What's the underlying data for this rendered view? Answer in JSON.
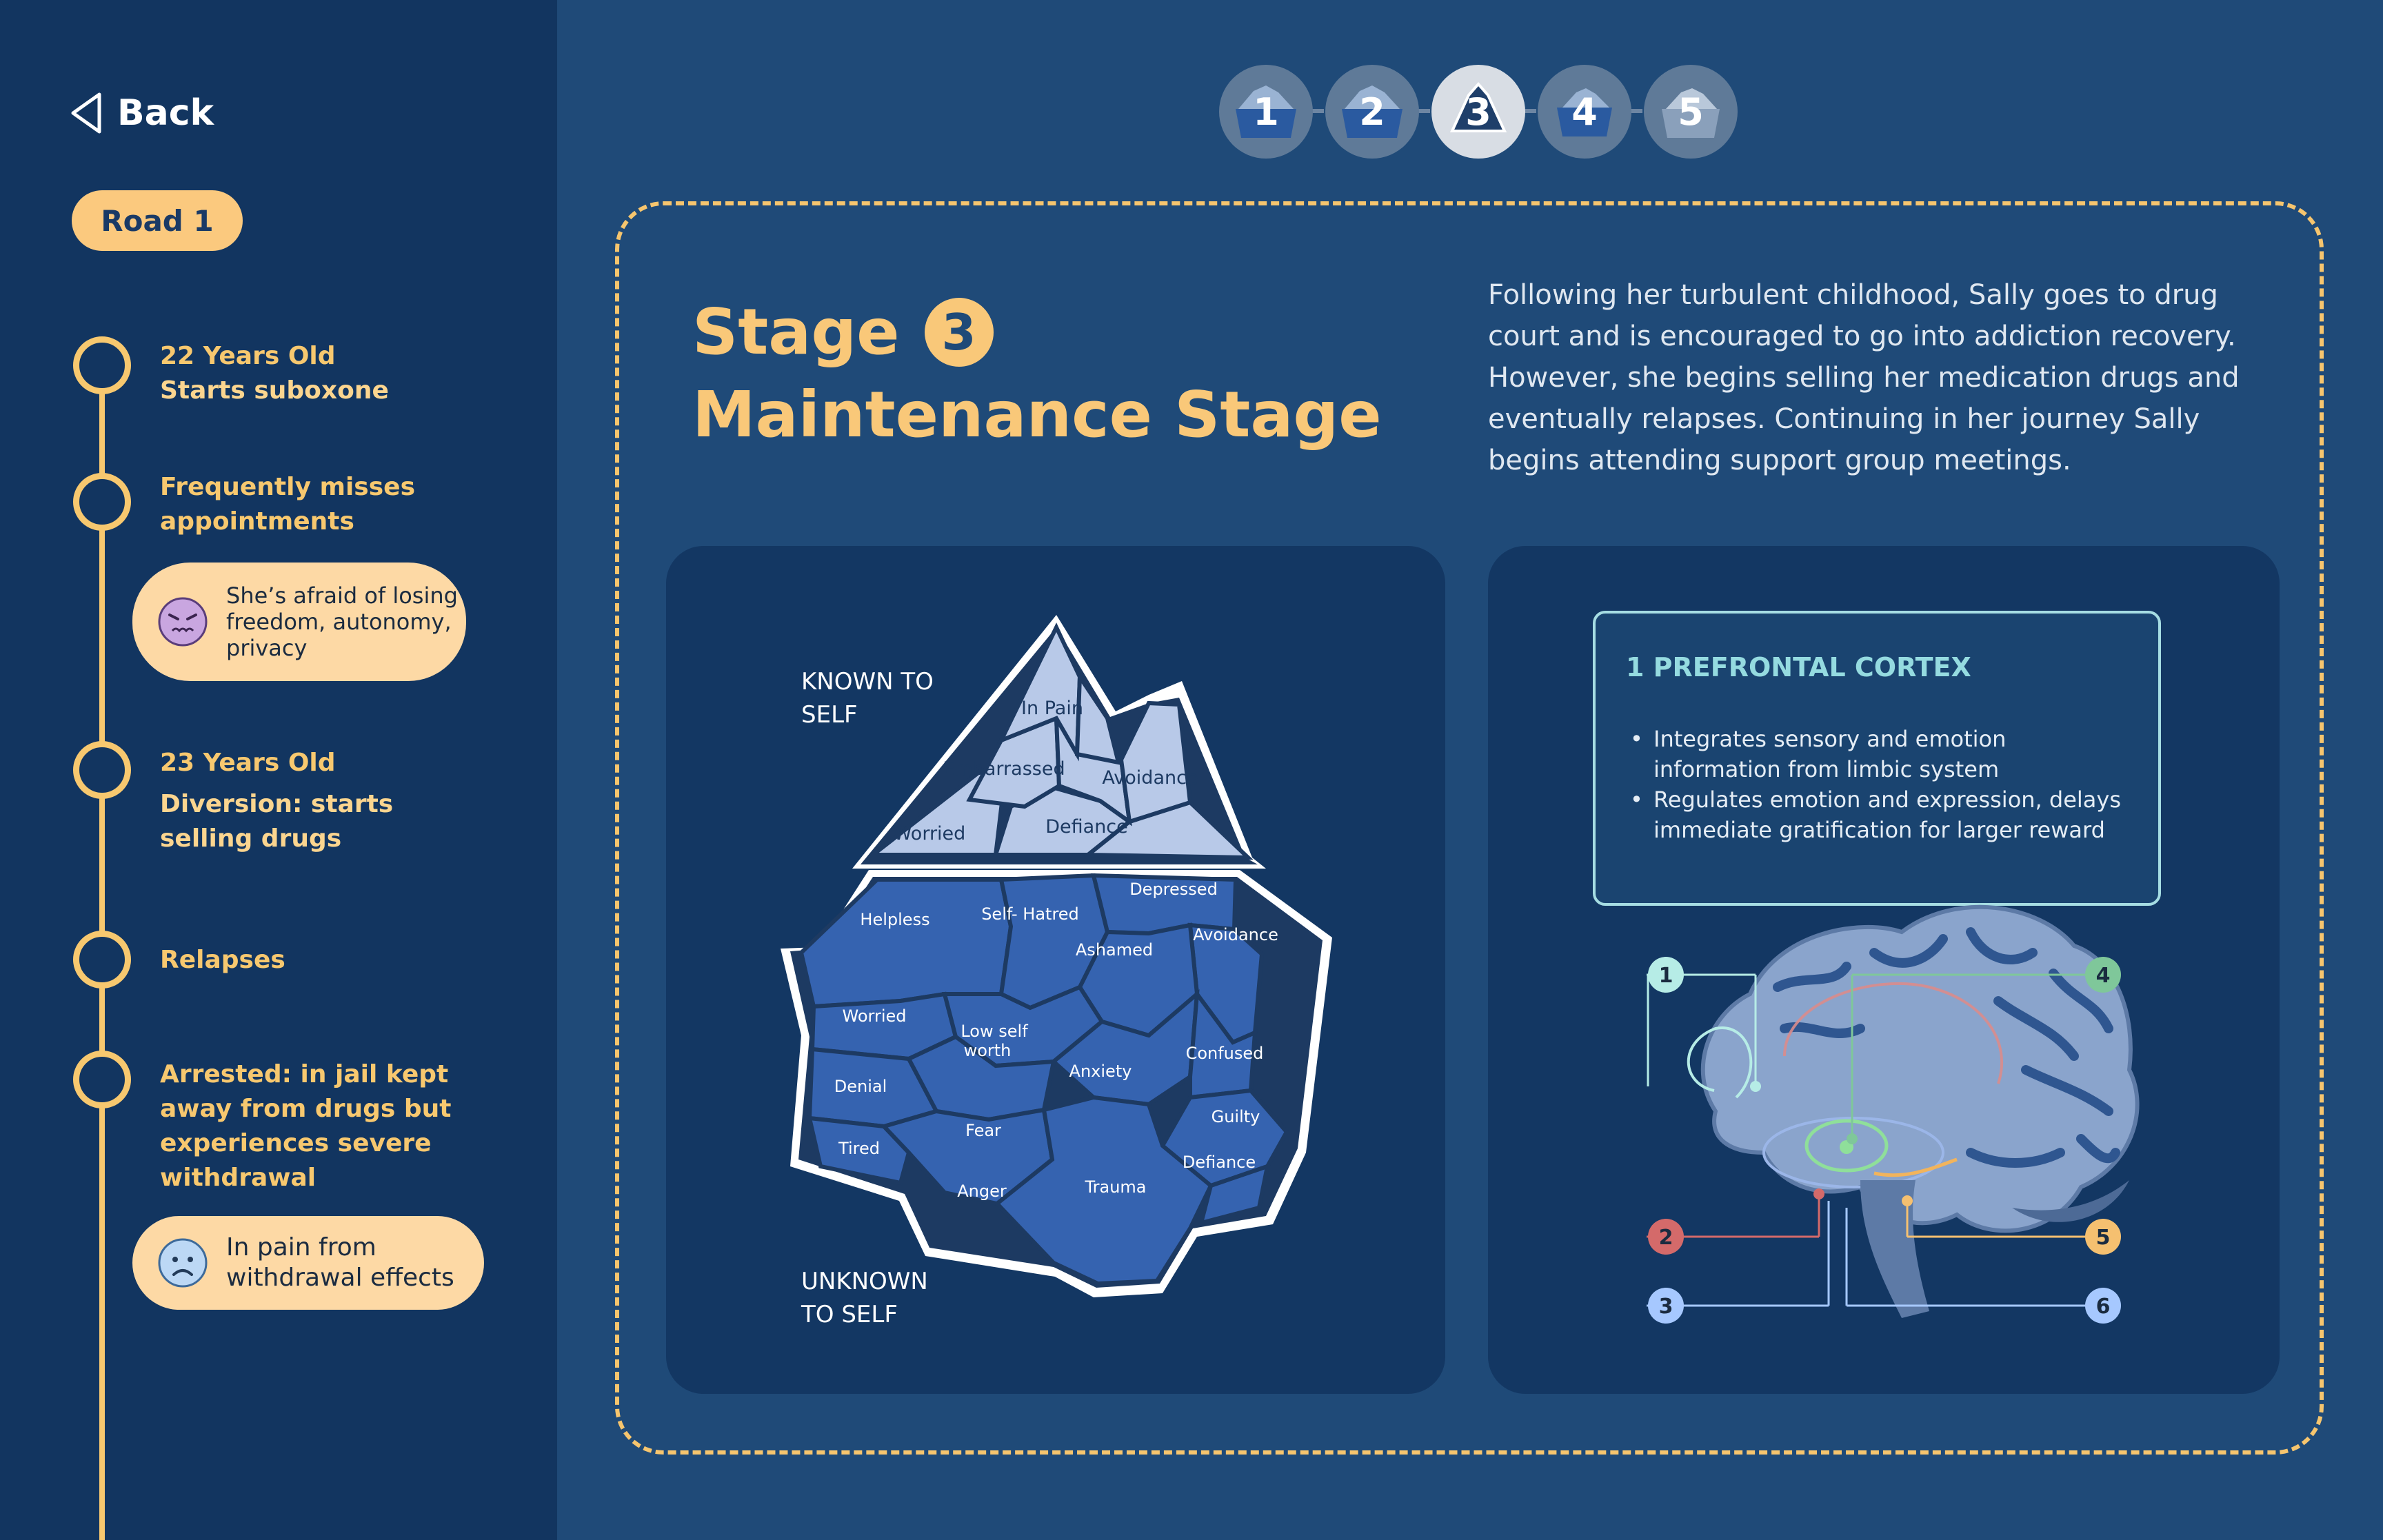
{
  "nav": {
    "back_label": "Back",
    "road_label": "Road 1"
  },
  "timeline": [
    {
      "title": "22 Years Old",
      "subtitle": "Starts suboxone"
    },
    {
      "title": "Frequently misses appointments"
    },
    {
      "title": "23 Years Old",
      "subtitle": "Diversion: starts selling drugs"
    },
    {
      "title": "Relapses"
    },
    {
      "title": "Arrested: in jail kept away from drugs but experiences severe withdrawal"
    }
  ],
  "bubbles": [
    {
      "text": "She’s afraid of losing freedom, autonomy, privacy",
      "icon": "angry-face-icon"
    },
    {
      "text": "In pain from withdrawal effects",
      "icon": "sad-face-icon"
    }
  ],
  "stepper": {
    "steps": [
      "1",
      "2",
      "3",
      "4",
      "5"
    ],
    "active": "3"
  },
  "stage": {
    "word": "Stage",
    "number": "3",
    "name": "Maintenance Stage",
    "description": "Following her turbulent childhood, Sally goes to drug court and is encouraged to go into addiction recovery. However, she begins selling her medication drugs and eventually relapses. Continuing in her journey Sally begins attending support group meetings."
  },
  "iceberg": {
    "known_label": "KNOWN TO SELF",
    "unknown_label": "UNKNOWN TO SELF",
    "above": [
      "In Pain",
      "Embarrassed",
      "Avoidance",
      "Worried",
      "Defiance"
    ],
    "below": [
      "Helpless",
      "Self- Hatred",
      "Depressed",
      "Avoidance",
      "Ashamed",
      "Worried",
      "Low self worth",
      "Anxiety",
      "Confused",
      "Denial",
      "Fear",
      "Guilty",
      "Tired",
      "Defiance",
      "Anger",
      "Trauma"
    ]
  },
  "brain_info": {
    "title": "1 PREFRONTAL CORTEX",
    "bullets": [
      "Integrates sensory and emotion information from limbic system",
      "Regulates emotion and expression, delays immediate gratification for larger reward"
    ]
  },
  "brain_markers": [
    "1",
    "2",
    "3",
    "4",
    "5",
    "6"
  ],
  "colors": {
    "background": "#1f4a78",
    "sidebar": "#123560",
    "accent": "#f7c86f",
    "panel": "#133763",
    "marker_1": "#b6ece6",
    "marker_2": "#d46a6a",
    "marker_3": "#a6c8ff",
    "marker_4": "#7fc79a",
    "marker_5": "#f5c070",
    "marker_6": "#a6c8ff"
  }
}
